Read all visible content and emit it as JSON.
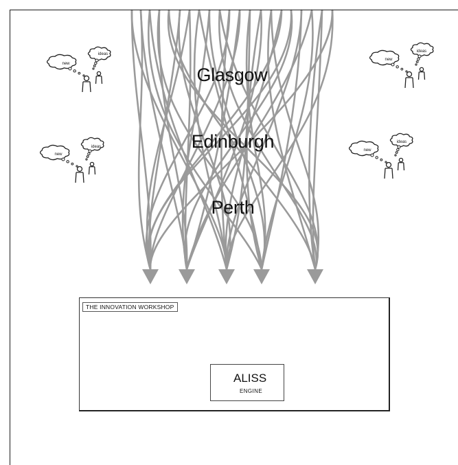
{
  "cities": [
    "Glasgow",
    "Edinburgh",
    "Perth"
  ],
  "workshop": {
    "title": "THE INNOVATION WORKSHOP"
  },
  "engine": {
    "name": "ALISS",
    "subtitle": "ENGINE"
  },
  "thought_bubbles": {
    "new": "new",
    "ideas": "ideas"
  },
  "colors": {
    "arrow": "#999999",
    "stroke": "#222222"
  }
}
